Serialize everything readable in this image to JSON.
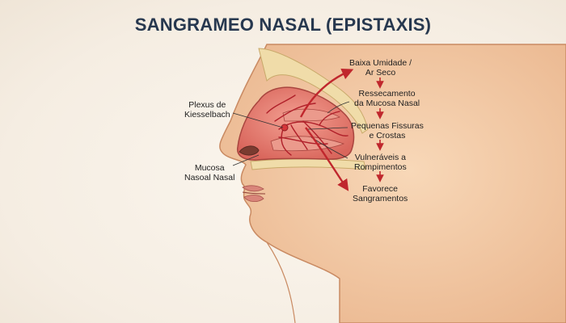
{
  "title": "SANGRAMEO NASAL (EPISTAXIS)",
  "labels": {
    "plexus": [
      "Plexus de",
      "Kiesselbach"
    ],
    "mucosa": [
      "Mucosa",
      "Nasoal Nasal"
    ]
  },
  "flow": [
    [
      "Baixa Umidade /",
      "Ar Seco"
    ],
    [
      "Ressecamento",
      "da Mucosa Nasal"
    ],
    [
      "Pequenas Fissuras",
      "e Crostas"
    ],
    [
      "Vulneráveis a",
      "Rompimentos"
    ],
    [
      "Favorece",
      "Sangramentos"
    ]
  ],
  "colors": {
    "title": "#27384f",
    "skin": "#f3c9a3",
    "mucosa": "#e9837a",
    "vessel": "#b0202a",
    "arrow": "#c0272d",
    "bone": "#f0dca9"
  }
}
